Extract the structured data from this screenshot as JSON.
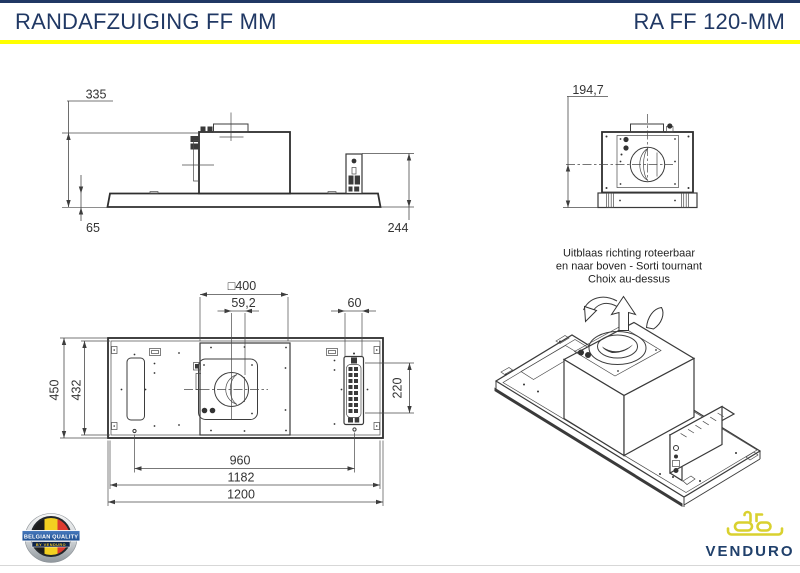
{
  "header": {
    "title_left": "RANDAFZUIGING FF MM",
    "title_right": "RA FF 120-MM"
  },
  "drawing": {
    "dims": {
      "d335": "335",
      "d65": "65",
      "d244": "244",
      "d194_7": "194,7",
      "d400": "□400",
      "d59_2": "59,2",
      "d60": "60",
      "d220": "220",
      "d450": "450",
      "d432": "432",
      "d960": "960",
      "d1182": "1182",
      "d1200": "1200"
    },
    "note": {
      "line1": "Uitblaas richting roteerbaar",
      "line2": "en naar boven - Sorti tournant",
      "line3": "Choix au-dessus"
    }
  },
  "footer": {
    "badge": {
      "banner": "BELGIAN QUALITY",
      "sub": "BY VENDURO"
    },
    "brand": "VENDURO"
  },
  "colors": {
    "navy": "#203864",
    "rule_yellow": "#ffff00",
    "ink": "#3a3a3a",
    "brand_blue": "#20406b",
    "brand_yellow": "#d9d12f",
    "flag_black": "#1d1d1d",
    "flag_yellow": "#f3d021",
    "flag_red": "#dd3a2e",
    "banner_blue": "#2d5fa6"
  }
}
